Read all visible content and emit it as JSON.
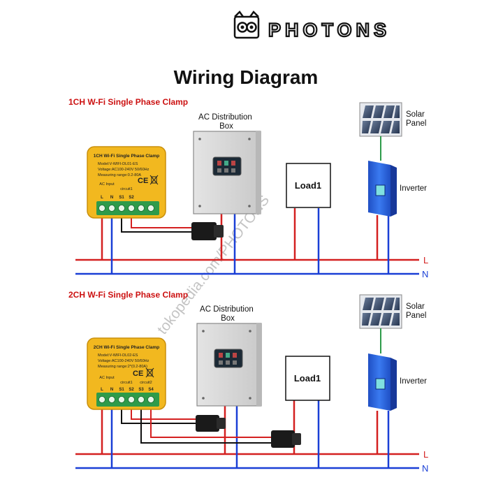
{
  "brand": {
    "name": "PHOTONS"
  },
  "title": "Wiring Diagram",
  "watermark": "tokopedia.com/PHOTONS",
  "colors": {
    "title_red": "#cc1111",
    "device_yellow": "#f2b81f",
    "terminal_green": "#2e9b4a",
    "live_red": "#d42020",
    "neutral_blue": "#1a3fd6",
    "inverter_blue": "#2a66e0"
  },
  "section1": {
    "heading": "1CH W-Fi Single Phase Clamp",
    "device": {
      "name": "1CH Wi-Fi Single Phase Clamp",
      "model": "Model:V-WIFI-DL01-ES",
      "voltage": "Voltage:AC100-240V 50/60Hz",
      "range": "Measuring range:0.2-80A",
      "ac_input": "AC Input",
      "circuit1": "circuit1",
      "terminals": [
        "L",
        "N",
        "S1",
        "S2"
      ]
    },
    "distribution_box": "AC Distribution Box",
    "load": "Load1",
    "solar_panel": "Solar Panel",
    "inverter": "Inverter",
    "line_L": "L",
    "line_N": "N"
  },
  "section2": {
    "heading": "2CH W-Fi Single Phase Clamp",
    "device": {
      "name": "2CH Wi-Fi Single Phase Clamp",
      "model": "Model:V-WIFI-DL02-ES",
      "voltage": "Voltage:AC100-240V 50/60Hz",
      "range": "Measuring range:2*(0.2-80A)",
      "ac_input": "AC Input",
      "circuit1": "circuit1",
      "circuit2": "circuit2",
      "terminals": [
        "L",
        "N",
        "S1",
        "S2",
        "S3",
        "S4"
      ]
    },
    "distribution_box": "AC Distribution Box",
    "load": "Load1",
    "solar_panel": "Solar Panel",
    "inverter": "Inverter",
    "line_L": "L",
    "line_N": "N"
  }
}
